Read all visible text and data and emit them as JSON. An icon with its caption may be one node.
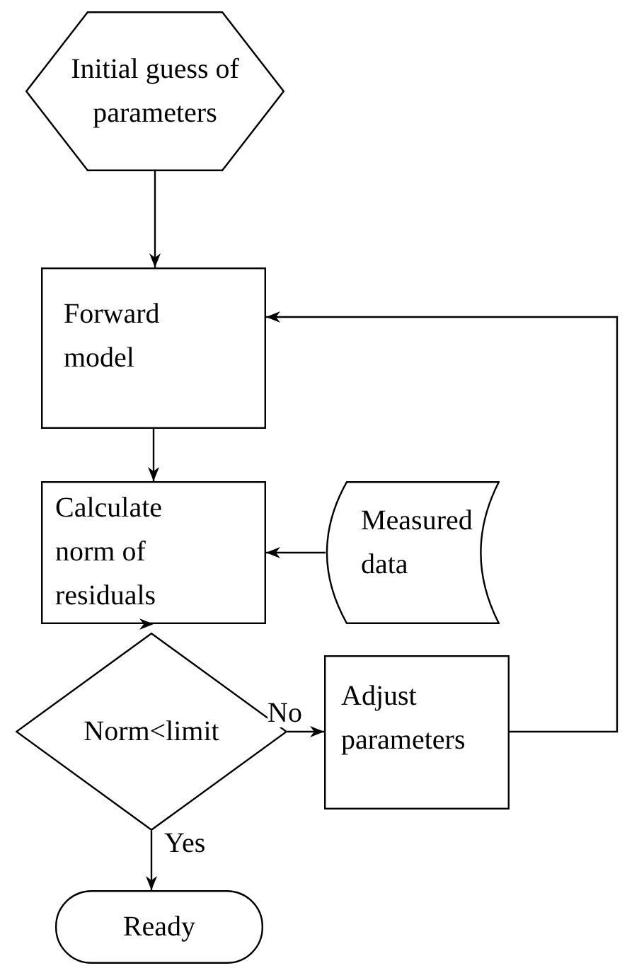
{
  "diagram": {
    "nodes": [
      {
        "text": [
          "Initial guess of parameters"
        ]
      },
      {
        "text": [
          "Forward model"
        ]
      },
      {
        "text": [
          "Calculate norm of residuals"
        ]
      },
      {
        "text": [
          "Measured data"
        ]
      },
      {
        "text": [
          "Norm<limit"
        ]
      },
      {
        "text": [
          "Adjust parameters"
        ]
      },
      {
        "text": [
          "Ready"
        ]
      }
    ],
    "edges": [
      {
        "from": 0,
        "to": 1,
        "arrow": "to"
      },
      {
        "from": 1,
        "to": 2,
        "arrow": "to"
      },
      {
        "from": 3,
        "to": 2,
        "arrow": "to"
      },
      {
        "from": 2,
        "to": 4,
        "arrow": "to"
      },
      {
        "from": 4,
        "to": 5,
        "arrow": "to",
        "label": "No"
      },
      {
        "from": 4,
        "to": 6,
        "arrow": "to",
        "label": "Yes"
      },
      {
        "from": 5,
        "to": 1,
        "arrow": "to"
      }
    ]
  }
}
